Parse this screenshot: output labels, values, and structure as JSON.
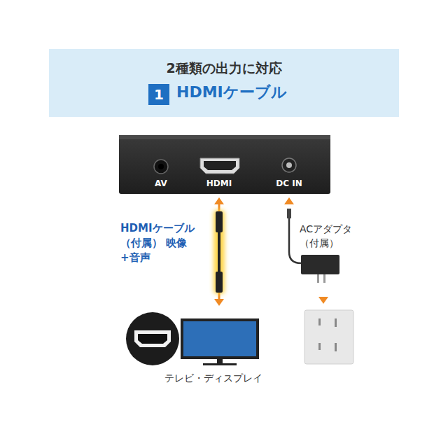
{
  "diagram": {
    "nodes": [
      {
        "text": [
          "2種類の出力に対応",
          "HDMIケーブル"
        ]
      },
      {
        "text": [
          "1"
        ],
        "in": 0
      },
      {
        "text": [
          "AV",
          "HDMI",
          "DC IN"
        ]
      },
      {
        "text": [
          "テレビ・ディスプレイ"
        ]
      }
    ],
    "edges": [
      {
        "from": 2,
        "to": 3,
        "arrow": "both",
        "label": "HDMIケーブル （付属） 映像+音声"
      }
    ],
    "labels": [
      "ACアダプタ （付属）"
    ]
  }
}
